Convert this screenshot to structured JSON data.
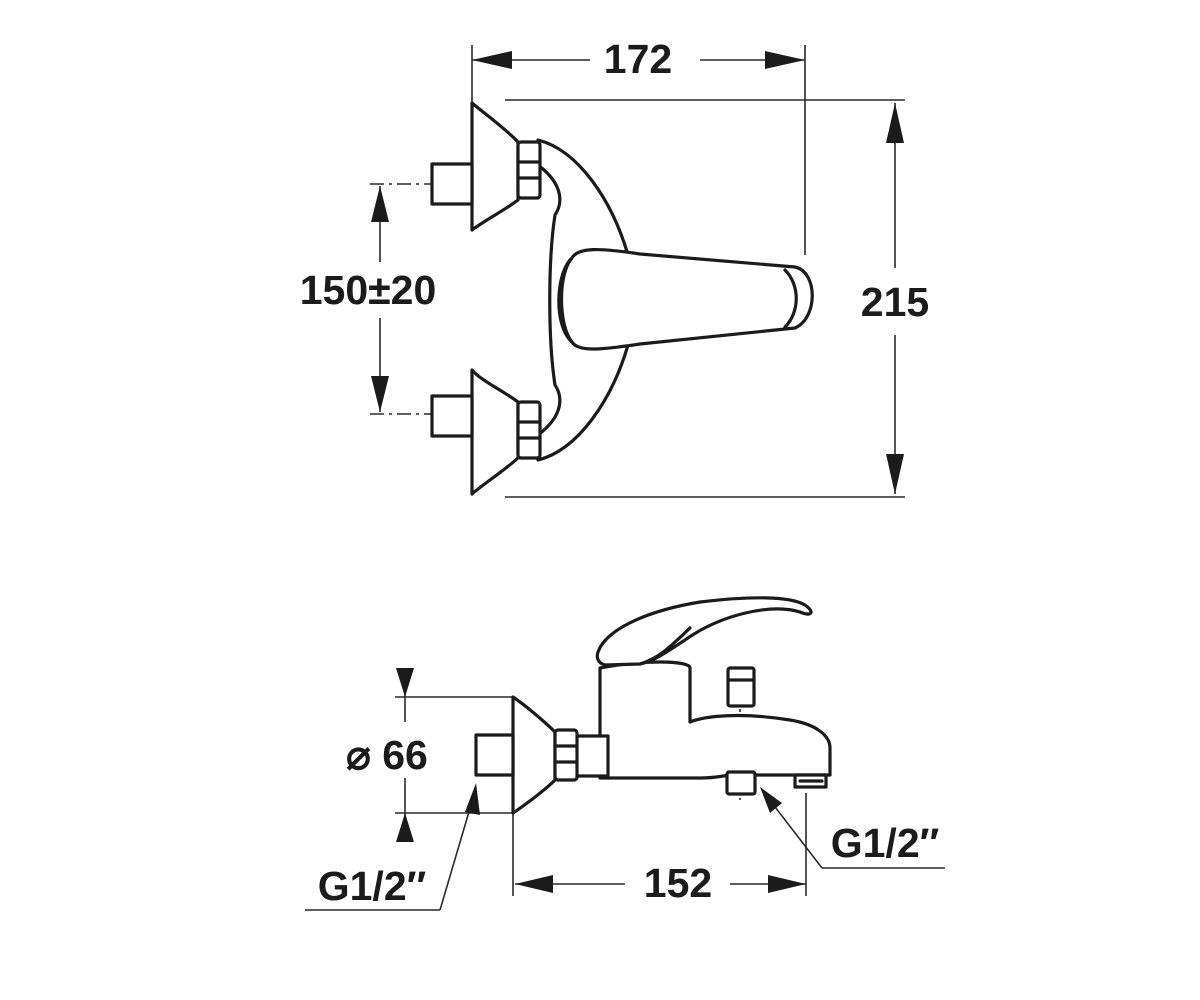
{
  "drawing": {
    "top_view": {
      "width_label": "172",
      "height_label": "215",
      "inlet_spacing_label": "150±20"
    },
    "side_view": {
      "flange_diameter_label": "⌀ 66",
      "projection_label": "152",
      "inlet_thread_label": "G1/2″",
      "outlet_thread_label": "G1/2″"
    }
  }
}
